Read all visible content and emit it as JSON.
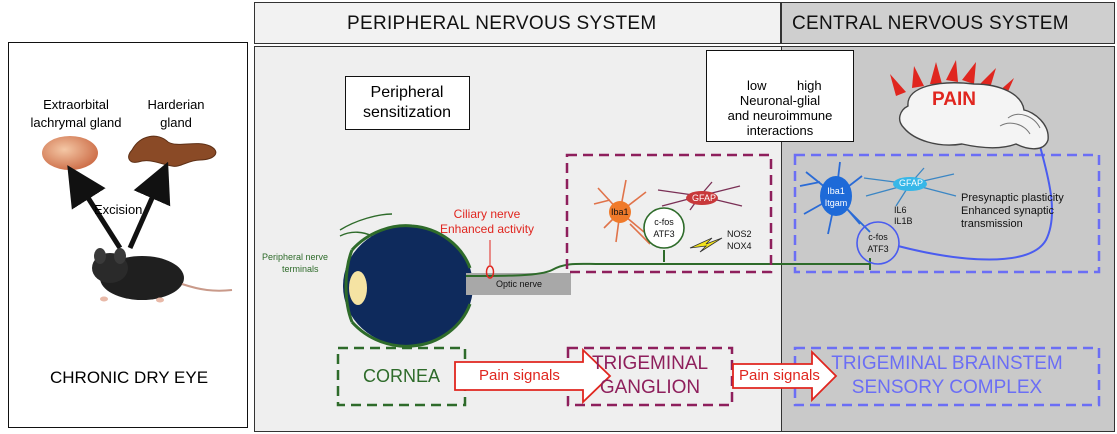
{
  "left_panel": {
    "gland1_label_line1": "Extraorbital",
    "gland1_label_line2": "lachrymal gland",
    "gland2_label_line1": "Harderian",
    "gland2_label_line2": "gland",
    "excision_label": "Excision",
    "condition_label": "CHRONIC DRY EYE"
  },
  "headers": {
    "pns": "PERIPHERAL NERVOUS SYSTEM",
    "cns": "CENTRAL NERVOUS SYSTEM"
  },
  "pns": {
    "sensitization_line1": "Peripheral",
    "sensitization_line2": "sensitization",
    "ciliary_line1": "Ciliary nerve",
    "ciliary_line2": "Enhanced activity",
    "terminals_line1": "Peripheral nerve",
    "terminals_line2": "terminals",
    "optic_nerve": "Optic nerve",
    "iba1": "Iba1",
    "gfap": "GFAP",
    "cfos": "c-fos",
    "atf3": "ATF3",
    "nos2": "NOS2",
    "nox4": "NOX4"
  },
  "gauge": {
    "low": "low",
    "high": "high",
    "line1": "Neuronal-glial",
    "line2": "and neuroimmune",
    "line3": "interactions"
  },
  "cns": {
    "pain": "PAIN",
    "iba1": "Iba1",
    "itgam": "Itgam",
    "gfap": "GFAP",
    "il6": "IL6",
    "il1b": "IL1B",
    "plasticity_line1": "Presynaptic plasticity",
    "plasticity_line2": "Enhanced synaptic",
    "plasticity_line3": "transmission",
    "cfos": "c-fos",
    "atf3": "ATF3"
  },
  "bottom": {
    "cornea": "CORNEA",
    "pain_signals_1": "Pain signals",
    "tg_line1": "TRIGEMINAL",
    "tg_line2": "GANGLION",
    "pain_signals_2": "Pain signals",
    "tbsc_line1": "TRIGEMINAL BRAINSTEM",
    "tbsc_line2": "SENSORY COMPLEX"
  },
  "colors": {
    "purple": "#8e1f5c",
    "blue": "#5b63f0",
    "green": "#2e6b2a",
    "red": "#e0261f",
    "eye_navy": "#0e2a5c"
  }
}
